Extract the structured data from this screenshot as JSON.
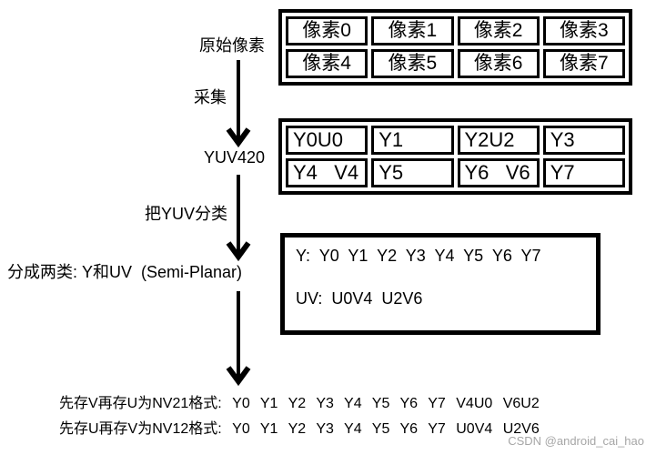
{
  "labels": {
    "original_pixels": "原始像素",
    "capture": "采集",
    "yuv420": "YUV420",
    "classify": "把YUV分类",
    "split": "分成两类: Y和UV  (Semi-Planar)"
  },
  "pixel_table": {
    "rows": [
      [
        "像素0",
        "像素1",
        "像素2",
        "像素3"
      ],
      [
        "像素4",
        "像素5",
        "像素6",
        "像素7"
      ]
    ]
  },
  "yuv_table": {
    "rows": [
      [
        "Y0U0",
        "Y1",
        "Y2U2",
        "Y3"
      ],
      [
        "Y4   V4",
        "Y5",
        "Y6   V6",
        "Y7"
      ]
    ]
  },
  "semi_planar_box": {
    "y_line": "Y: Y0 Y1 Y2 Y3 Y4 Y5 Y6 Y7",
    "uv_line": "UV: U0V4 U2V6"
  },
  "output_lines": {
    "nv21": "先存V再存U为NV21格式: Y0 Y1 Y2 Y3 Y4 Y5 Y6 Y7 V4U0 V6U2",
    "nv12": "先存U再存V为NV12格式: Y0 Y1 Y2 Y3 Y4 Y5 Y6 Y7 U0V4 U2V6"
  },
  "watermark": "CSDN @android_cai_hao",
  "colors": {
    "ink": "#000000",
    "background": "#ffffff",
    "watermark_grey": "#a6a6a6"
  }
}
